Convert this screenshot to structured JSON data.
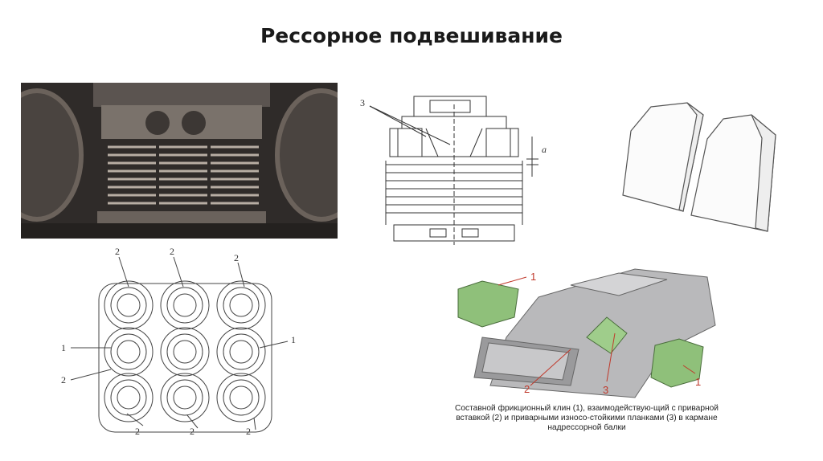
{
  "slide": {
    "title": "Рессорное подвешивание"
  },
  "figures": {
    "section": {
      "label_3": "3",
      "label_a": "a"
    },
    "spring_grid": {
      "label_top_1": "2",
      "label_top_2": "2",
      "label_top_3": "2",
      "label_left_1": "1",
      "label_right_1": "1",
      "label_left_2": "2",
      "label_bottom_1": "2",
      "label_bottom_2": "2",
      "label_bottom_3": "2"
    },
    "wedge_render": {
      "label_1_top": "1",
      "label_2": "2",
      "label_3": "3",
      "label_1_bottom": "1",
      "caption": "Составной фрикционный клин (1), взаимодействую-щий с приварной вставкой (2) и приварными износо-стойкими планками (3) в кармане надрессорной балки"
    }
  },
  "colors": {
    "wedge_green": "#8fc07a",
    "label_red": "#c0392b",
    "photo_dark": "#3a3633"
  }
}
